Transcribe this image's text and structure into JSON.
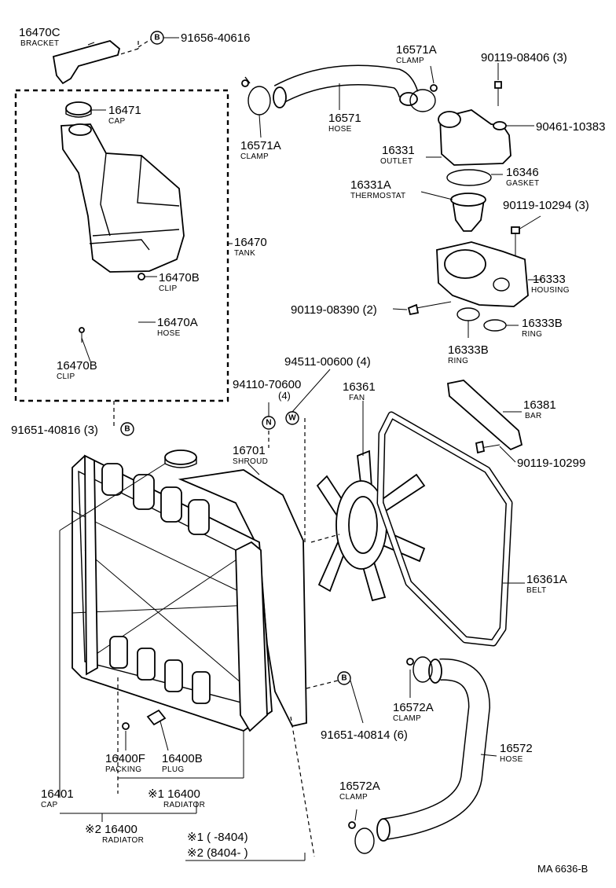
{
  "parts": {
    "p16470C": {
      "num": "16470C",
      "name": "BRACKET"
    },
    "b91656": {
      "num": "91656-40616"
    },
    "p16471": {
      "num": "16471",
      "name": "CAP"
    },
    "p16470": {
      "num": "16470",
      "name": "TANK"
    },
    "p16470B_1": {
      "num": "16470B",
      "name": "CLIP"
    },
    "p16470A": {
      "num": "16470A",
      "name": "HOSE"
    },
    "p16470B_2": {
      "num": "16470B",
      "name": "CLIP"
    },
    "b91651_3": {
      "num": "91651-40816 (3)"
    },
    "p16571A_1": {
      "num": "16571A",
      "name": "CLAMP"
    },
    "p16571": {
      "num": "16571",
      "name": "HOSE"
    },
    "p16571A_2": {
      "num": "16571A",
      "name": "CLAMP"
    },
    "b90119_08406": {
      "num": "90119-08406 (3)"
    },
    "b90461": {
      "num": "90461-10383"
    },
    "p16331": {
      "num": "16331",
      "name": "OUTLET"
    },
    "p16346": {
      "num": "16346",
      "name": "GASKET"
    },
    "p16331A": {
      "num": "16331A",
      "name": "THERMOSTAT"
    },
    "b90119_10294": {
      "num": "90119-10294 (3)"
    },
    "p16333": {
      "num": "16333",
      "name": "HOUSING"
    },
    "b90119_08390": {
      "num": "90119-08390 (2)"
    },
    "p16333B_1": {
      "num": "16333B",
      "name": "RING"
    },
    "p16333B_2": {
      "num": "16333B",
      "name": "RING"
    },
    "b94511": {
      "num": "94511-00600 (4)"
    },
    "b94110": {
      "num": "94110-70600",
      "qty": "(4)"
    },
    "p16361": {
      "num": "16361",
      "name": "FAN"
    },
    "p16381": {
      "num": "16381",
      "name": "BAR"
    },
    "b90119_10299": {
      "num": "90119-10299"
    },
    "p16701": {
      "num": "16701",
      "name": "SHROUD"
    },
    "p16361A": {
      "num": "16361A",
      "name": "BELT"
    },
    "b91651_6": {
      "num": "91651-40814 (6)"
    },
    "p16572A_1": {
      "num": "16572A",
      "name": "CLAMP"
    },
    "p16572": {
      "num": "16572",
      "name": "HOSE"
    },
    "p16400F": {
      "num": "16400F",
      "name": "PACKING"
    },
    "p16400B": {
      "num": "16400B",
      "name": "PLUG"
    },
    "p16401": {
      "num": "16401",
      "name": "CAP"
    },
    "p16400_1": {
      "num": "※1 16400",
      "name": "RADIATOR"
    },
    "p16400_2": {
      "num": "※2 16400",
      "name": "RADIATOR"
    },
    "p16572A_2": {
      "num": "16572A",
      "name": "CLAMP"
    }
  },
  "markers": {
    "B": "B",
    "N": "N",
    "W": "W"
  },
  "notes": {
    "note1": "※1 (       -8404)",
    "note2": "※2 (8404-          )"
  },
  "ref_code": "MA 6636-B"
}
